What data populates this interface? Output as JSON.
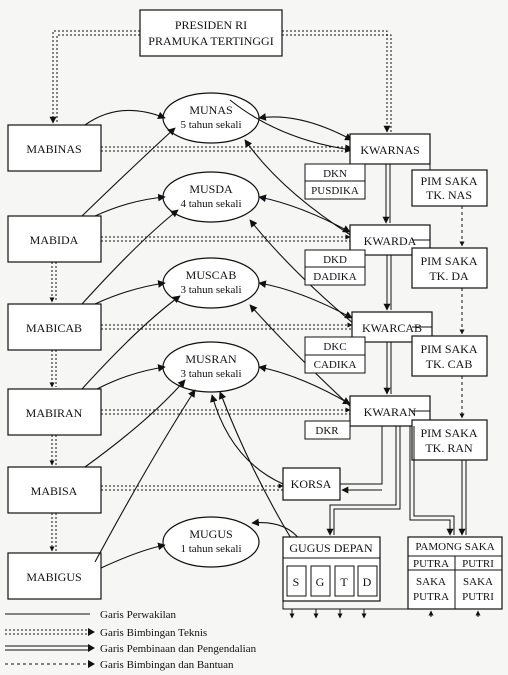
{
  "top": {
    "line1": "PRESIDEN RI",
    "line2": "PRAMUKA TERTINGGI"
  },
  "left_boxes": [
    "MABINAS",
    "MABIDA",
    "MABICAB",
    "MABIRAN",
    "MABISA",
    "MABIGUS"
  ],
  "assemblies": [
    {
      "name": "MUNAS",
      "period": "5 tahun sekali"
    },
    {
      "name": "MUSDA",
      "period": "4 tahun sekali"
    },
    {
      "name": "MUSCAB",
      "period": "3 tahun sekali"
    },
    {
      "name": "MUSRAN",
      "period": "3 tahun sekali"
    },
    {
      "name": "MUGUS",
      "period": "1 tahun sekali"
    }
  ],
  "kwartir": [
    "KWARNAS",
    "KWARDA",
    "KWARCAB",
    "KWARAN"
  ],
  "sub": {
    "dkn": "DKN",
    "pusdika": "PUSDIKA",
    "dkd": "DKD",
    "dadika": "DADIKA",
    "dkc": "DKC",
    "cadika": "CADIKA",
    "dkr": "DKR"
  },
  "pim_saka": [
    {
      "l1": "PIM  SAKA",
      "l2": "TK. NAS"
    },
    {
      "l1": "PIM  SAKA",
      "l2": "TK. DA"
    },
    {
      "l1": "PIM  SAKA",
      "l2": "TK. CAB"
    },
    {
      "l1": "PIM  SAKA",
      "l2": "TK. RAN"
    }
  ],
  "korsa": "KORSA",
  "gugus": {
    "title": "GUGUS DEPAN",
    "cells": [
      "S",
      "G",
      "T",
      "D"
    ]
  },
  "pamong": {
    "title": "PAMONG SAKA",
    "putra": "PUTRA",
    "putri": "PUTRI",
    "saka": "SAKA"
  },
  "legend": [
    "Garis Perwakilan",
    "Garis Bimbingan Teknis",
    "Garis Pembinaan dan Pengendalian",
    "Garis Bimbingan dan Bantuan"
  ]
}
